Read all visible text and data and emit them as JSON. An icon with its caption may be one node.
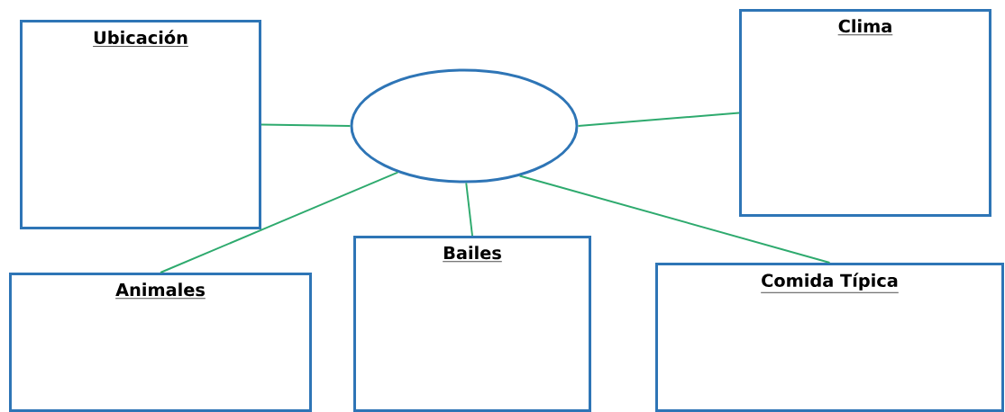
{
  "diagram": {
    "nodes": [
      {
        "text": [
          "Ubicación"
        ]
      },
      {
        "text": [],
        "shape": "ellipse"
      },
      {
        "text": [
          "Clima"
        ]
      },
      {
        "text": [
          "Animales"
        ]
      },
      {
        "text": [
          "Bailes"
        ]
      },
      {
        "text": [
          "Comida Típica"
        ]
      }
    ],
    "edges": [
      {
        "from": 1,
        "to": 0,
        "arrow": "none"
      },
      {
        "from": 1,
        "to": 2,
        "arrow": "none"
      },
      {
        "from": 1,
        "to": 3,
        "arrow": "none"
      },
      {
        "from": 1,
        "to": 4,
        "arrow": "none"
      },
      {
        "from": 1,
        "to": 5,
        "arrow": "none"
      }
    ]
  }
}
